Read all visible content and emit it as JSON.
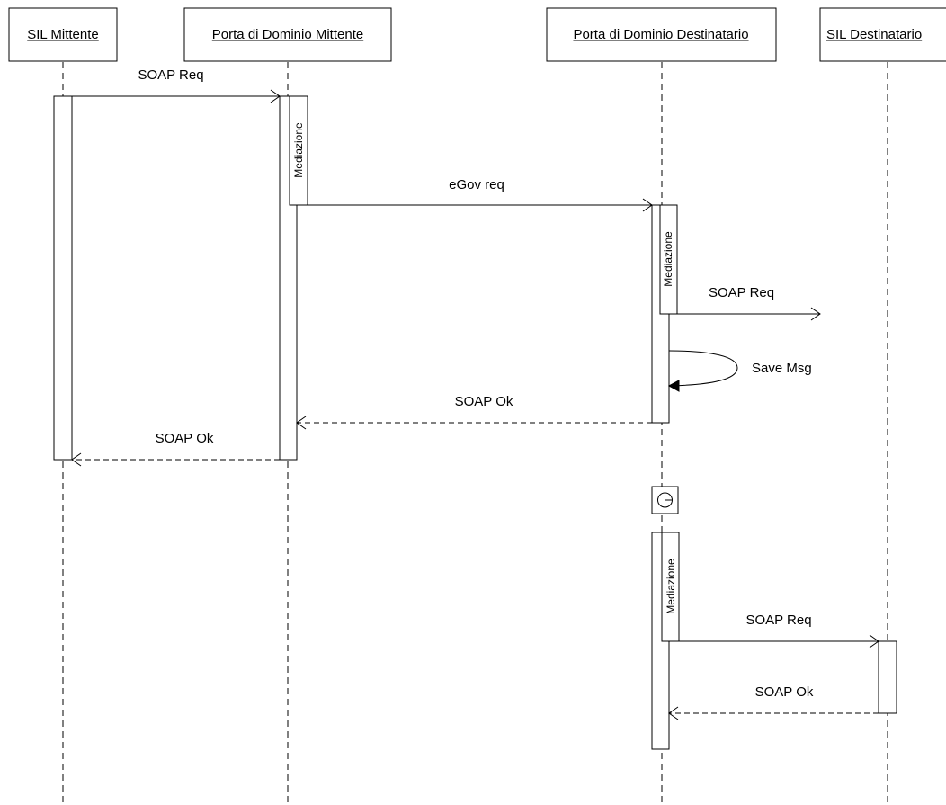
{
  "participants": [
    {
      "id": "sil-mittente",
      "label": "SIL Mittente"
    },
    {
      "id": "pd-mittente",
      "label": "Porta di Dominio Mittente"
    },
    {
      "id": "pd-destinatario",
      "label": "Porta di Dominio Destinatario"
    },
    {
      "id": "sil-destinatario",
      "label": "SIL Destinatario"
    }
  ],
  "activations": [
    {
      "id": "sil-mittente-main",
      "label": ""
    },
    {
      "id": "pd-mittente-main",
      "label": ""
    },
    {
      "id": "pd-mittente-mediazione",
      "label": "Mediazione"
    },
    {
      "id": "pd-destinatario-first",
      "label": ""
    },
    {
      "id": "pd-destinatario-mediazione-1",
      "label": "Mediazione"
    },
    {
      "id": "pd-destinatario-second",
      "label": ""
    },
    {
      "id": "pd-destinatario-mediazione-2",
      "label": "Mediazione"
    },
    {
      "id": "sil-destinatario-main",
      "label": ""
    }
  ],
  "messages": [
    {
      "id": "m1",
      "from": "sil-mittente",
      "to": "pd-mittente",
      "label": "SOAP Req",
      "style": "sync"
    },
    {
      "id": "m2",
      "from": "pd-mittente",
      "to": "pd-destinatario",
      "label": "eGov req",
      "style": "sync"
    },
    {
      "id": "m3",
      "from": "pd-destinatario",
      "to": "lost",
      "label": "SOAP Req",
      "style": "sync"
    },
    {
      "id": "m4",
      "from": "pd-destinatario",
      "to": "pd-destinatario",
      "label": "Save Msg",
      "style": "self"
    },
    {
      "id": "m5",
      "from": "pd-destinatario",
      "to": "pd-mittente",
      "label": "SOAP Ok",
      "style": "return"
    },
    {
      "id": "m6",
      "from": "pd-mittente",
      "to": "sil-mittente",
      "label": "SOAP Ok",
      "style": "return"
    },
    {
      "id": "m7",
      "from": "pd-destinatario",
      "to": "sil-destinatario",
      "label": "SOAP Req",
      "style": "sync"
    },
    {
      "id": "m8",
      "from": "sil-destinatario",
      "to": "pd-destinatario",
      "label": "SOAP Ok",
      "style": "return"
    }
  ],
  "timer": {
    "icon": "clock-icon"
  }
}
